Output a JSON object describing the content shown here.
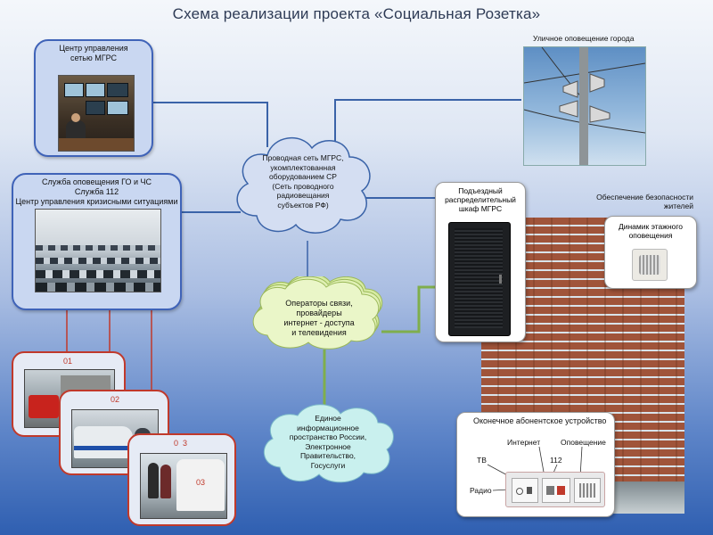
{
  "title": "Схема реализации проекта «Социальная Розетка»",
  "control_center": {
    "line1": "Центр управления",
    "line2": "сетью МГРС"
  },
  "crisis_center": {
    "line1": "Служба оповещения ГО и ЧС",
    "line2": "Служба 112",
    "line3": "Центр управления кризисными ситуациями"
  },
  "vehicles": [
    {
      "number": "01",
      "plate": ""
    },
    {
      "number": "02",
      "plate": ""
    },
    {
      "number": "0  3",
      "plate": "03"
    }
  ],
  "wired_network": {
    "lines": [
      "Проводная сеть МГРС,",
      "укомплектованная",
      "оборудованием СР",
      "(Сеть проводного",
      "радиовещания",
      "субъектов РФ)"
    ]
  },
  "operators": {
    "lines": [
      "Операторы связи,",
      "провайдеры",
      "интернет - доступа",
      "и телевидения"
    ]
  },
  "unified_space": {
    "lines": [
      "Единое",
      "информационное",
      "пространство России,",
      "Электронное",
      "Правительство,",
      "Госуслуги"
    ]
  },
  "street_alert": {
    "label": "Уличное оповещение города"
  },
  "cabinet": {
    "lines": [
      "Подъездный",
      "распределительный",
      "шкаф МГРС"
    ]
  },
  "safety": {
    "lines": [
      "Обеспечение безопасности",
      "жителей"
    ]
  },
  "speaker": {
    "lines": [
      "Динамик этажного",
      "оповещения"
    ]
  },
  "terminal": {
    "title": "Оконечное абонентское устройство",
    "internet": "Интернет",
    "alert": "Оповещение",
    "tv": "ТВ",
    "n112": "112",
    "radio": "Радио"
  },
  "colors": {
    "blue_border": "#3f63b8",
    "red_border": "#c0392b",
    "line_blue": "#3a63a8",
    "line_green": "#7fae4c"
  }
}
